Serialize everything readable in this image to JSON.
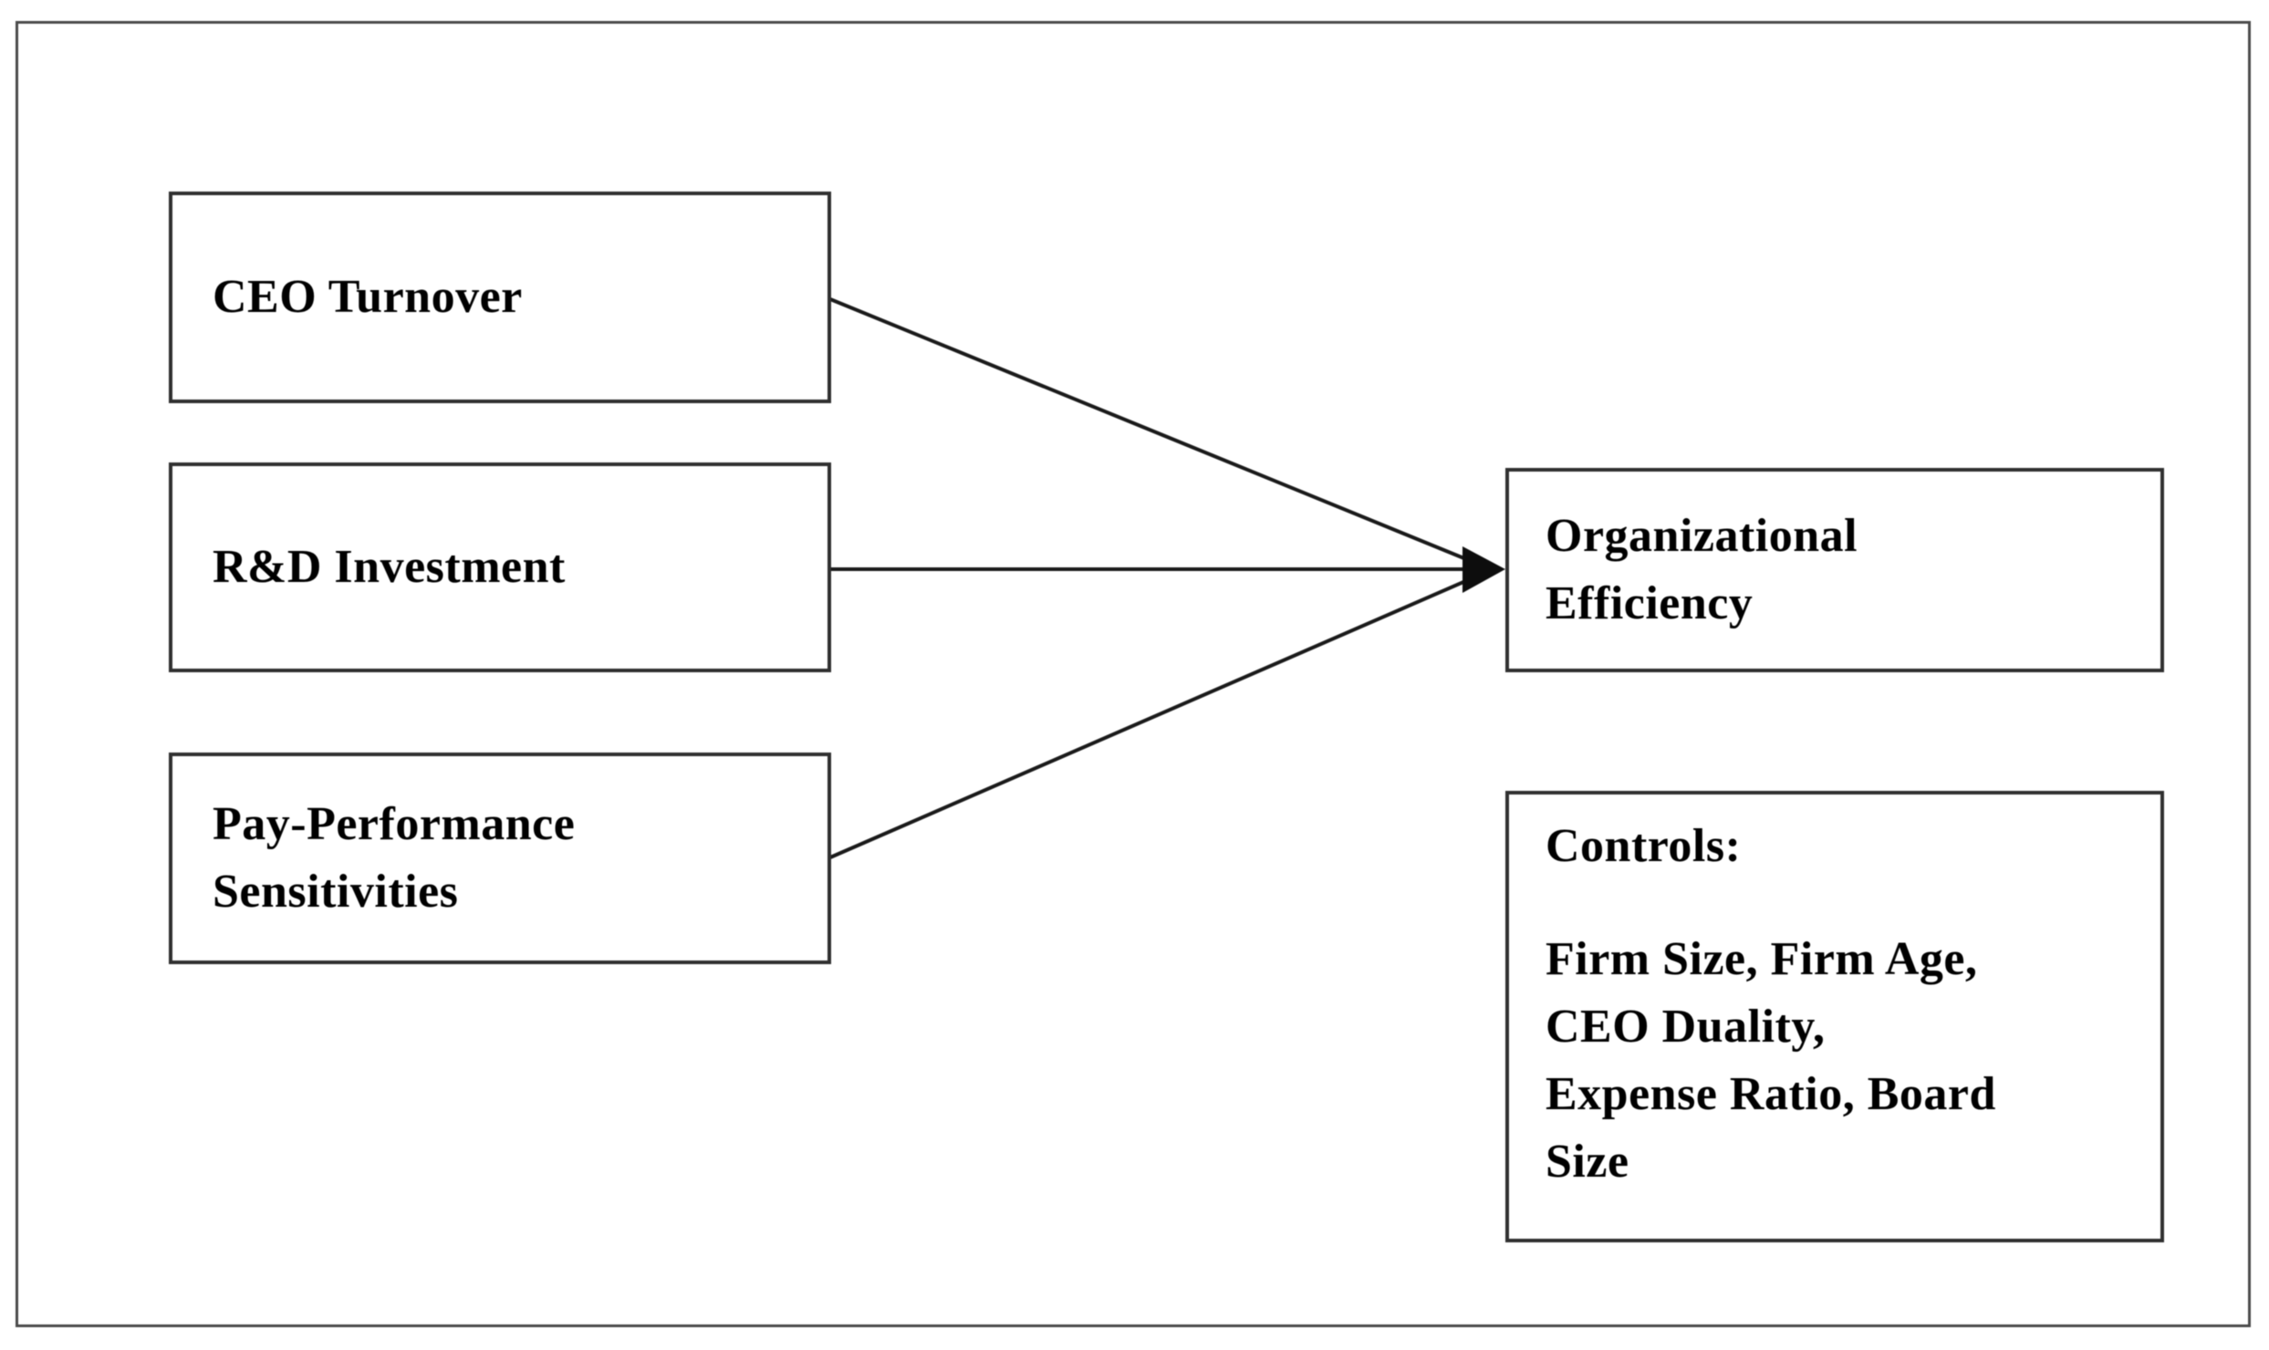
{
  "diagram": {
    "predictors": [
      {
        "id": "ceo-turnover",
        "lines": [
          "CEO Turnover"
        ]
      },
      {
        "id": "rd-investment",
        "lines": [
          "R&D Investment"
        ]
      },
      {
        "id": "pay-performance-sensitivities",
        "lines": [
          "Pay-Performance",
          "Sensitivities"
        ]
      }
    ],
    "outcome": {
      "id": "organizational-efficiency",
      "lines": [
        "Organizational",
        "Efficiency"
      ]
    },
    "controls": {
      "heading": "Controls:",
      "lines": [
        "Firm Size, Firm Age,",
        "CEO Duality,",
        "Expense Ratio, Board",
        "Size"
      ]
    },
    "arrows": [
      {
        "from": "ceo-turnover",
        "to": "organizational-efficiency"
      },
      {
        "from": "rd-investment",
        "to": "organizational-efficiency"
      },
      {
        "from": "pay-performance-sensitivities",
        "to": "organizational-efficiency"
      }
    ],
    "colors": {
      "background": "#ffffff",
      "box_border": "#303030",
      "outer_border": "#4a4a4a",
      "arrow": "#1a1a1a",
      "text": "#000000"
    }
  }
}
